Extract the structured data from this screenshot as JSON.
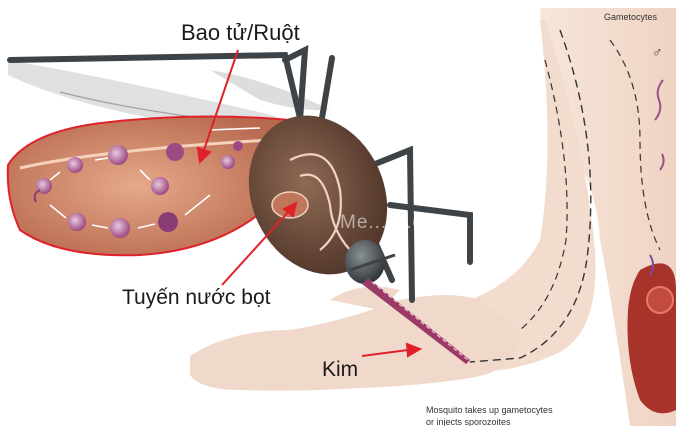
{
  "labels": {
    "gut": "Bao tử/Ruột",
    "salivary_gland": "Tuyến nước bọt",
    "needle": "Kim"
  },
  "diagram_text": {
    "gametocytes": "Gametocytes",
    "male_symbol": "♂",
    "caption_line1": "Mosquito takes up gametocytes",
    "caption_line2": "or injects sporozoites",
    "watermark": "Me... ...ode"
  },
  "colors": {
    "arrow_red": "#e0212b",
    "skin": "#f3ddd0",
    "abdomen": "#c98468",
    "thorax": "#6b4a3a",
    "liver": "#a8332b",
    "parasite": "#8a3d74",
    "proboscis": "#9b3a66"
  }
}
